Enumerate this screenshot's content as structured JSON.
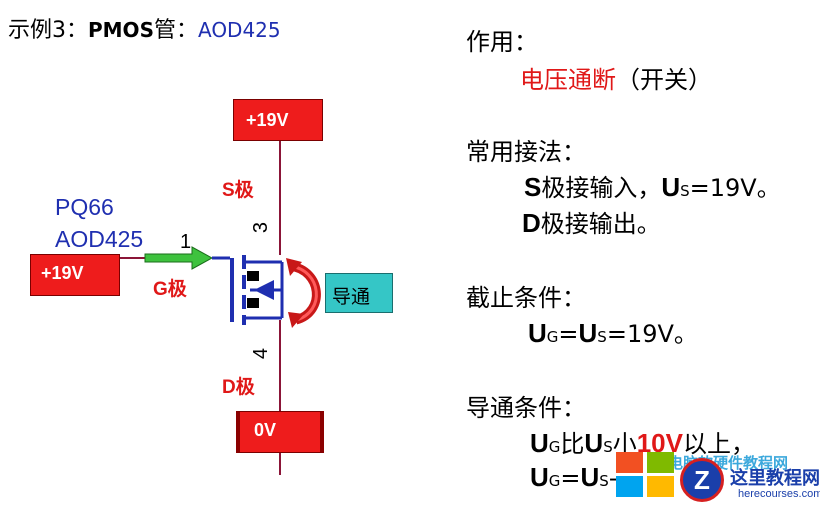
{
  "title": {
    "prefix": "示例3：",
    "pmos": "PMOS",
    "guan": "管：",
    "part": "AOD425"
  },
  "circuit": {
    "source_box": "+19V",
    "gate_box": "+19V",
    "drain_box": "0V",
    "s_label": "S极",
    "g_label": "G极",
    "d_label": "D极",
    "part_ref": "PQ66",
    "part_num": "AOD425",
    "pin1": "1",
    "pin3": "3",
    "pin4": "4",
    "conduct": "导通"
  },
  "notes": {
    "usage_heading": "作用：",
    "usage_red": "电压通断",
    "usage_rest": "（开关）",
    "common_heading": "常用接法：",
    "s_letter": "S",
    "s_text": "极接输入，",
    "u": "U",
    "s_sub": "S",
    "eq19": "=19V。",
    "d_letter": "D",
    "d_text": "极接输出。",
    "cutoff_heading": "截止条件：",
    "g_sub": "G",
    "eq": "=",
    "eq19_2": "=19V。",
    "conduct_heading": "导通条件：",
    "bi": "比",
    "small": "小",
    "ten_v": "10V",
    "above": "以上，",
    "eq2": "=",
    "tail": "-"
  },
  "watermark": {
    "cn_partial": "电脑软硬件教程网",
    "site": "这里教程网",
    "url": "herecourses.com"
  },
  "colors": {
    "red": "#ee1c1c",
    "blue": "#1f2fb0",
    "teal": "#35c6c6",
    "wire": "#8b1538",
    "green_arrow": "#3ec23e"
  }
}
